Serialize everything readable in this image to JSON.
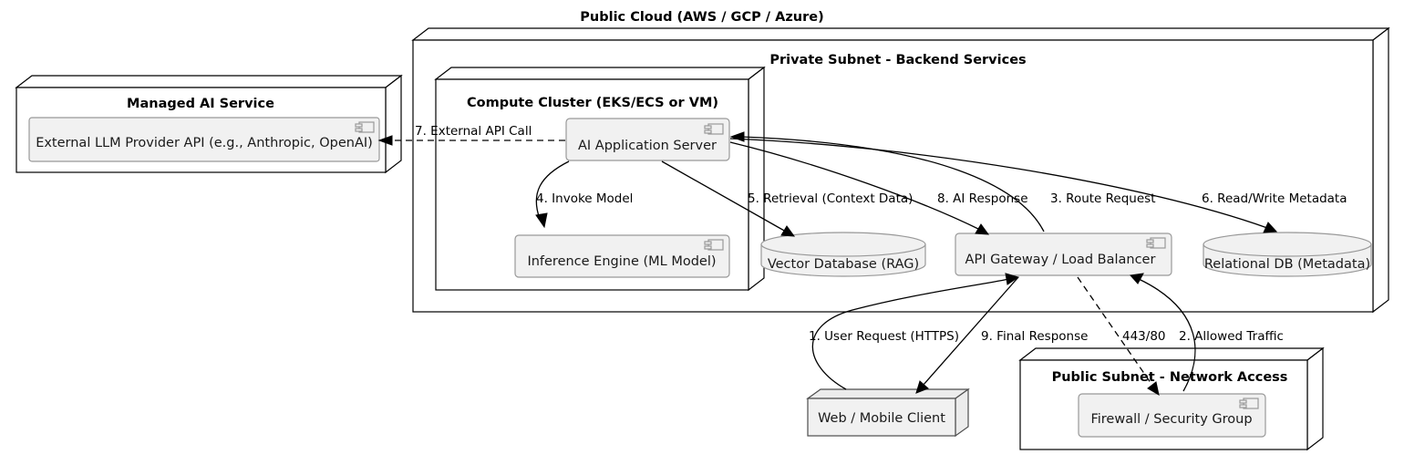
{
  "diagram": {
    "title": "Public Cloud (AWS / GCP / Azure)",
    "type": "uml-deployment-diagram"
  },
  "nodes": {
    "managed_ai_service": {
      "title": "Managed AI Service",
      "component": "External LLM Provider API (e.g., Anthropic, OpenAI)",
      "component_icon": "component-icon"
    },
    "private_subnet": {
      "title": "Private Subnet - Backend Services"
    },
    "compute_cluster": {
      "title": "Compute Cluster (EKS/ECS or VM)",
      "components": [
        {
          "label": "AI Application Server",
          "icon": "component-icon"
        },
        {
          "label": "Inference Engine (ML Model)",
          "icon": "component-icon"
        }
      ]
    },
    "public_subnet": {
      "title": "Public Subnet - Network Access",
      "component": "Firewall / Security Group",
      "component_icon": "component-icon"
    },
    "vector_database": {
      "label": "Vector Database (RAG)",
      "icon": "database-cylinder-icon"
    },
    "relational_db": {
      "label": "Relational DB (Metadata)",
      "icon": "database-cylinder-icon"
    },
    "api_gateway": {
      "label": "API Gateway / Load Balancer",
      "icon": "component-icon"
    },
    "web_mobile_client": {
      "label": "Web / Mobile Client",
      "icon": "node-3d-icon"
    }
  },
  "edges": [
    {
      "id": "e1",
      "label": "1. User Request (HTTPS)",
      "from": "web_mobile_client",
      "to": "api_gateway",
      "style": "solid"
    },
    {
      "id": "e2",
      "label": "2. Allowed Traffic",
      "from": "firewall",
      "to": "api_gateway",
      "style": "solid"
    },
    {
      "id": "e3",
      "label": "3. Route Request",
      "from": "api_gateway",
      "to": "ai_application_server",
      "style": "solid"
    },
    {
      "id": "e4",
      "label": "4. Invoke Model",
      "from": "ai_application_server",
      "to": "inference_engine",
      "style": "solid"
    },
    {
      "id": "e5",
      "label": "5. Retrieval (Context Data)",
      "from": "ai_application_server",
      "to": "vector_database",
      "style": "solid"
    },
    {
      "id": "e6",
      "label": "6. Read/Write Metadata",
      "from": "ai_application_server",
      "to": "relational_db",
      "style": "solid"
    },
    {
      "id": "e7",
      "label": "7. External API Call",
      "from": "ai_application_server",
      "to": "external_llm_provider_api",
      "style": "dashed"
    },
    {
      "id": "e8",
      "label": "8. AI Response",
      "from": "api_gateway",
      "to": "ai_application_server",
      "style": "solid"
    },
    {
      "id": "e9",
      "label": "9. Final Response",
      "from": "api_gateway",
      "to": "web_mobile_client",
      "style": "solid"
    },
    {
      "id": "e10",
      "label": "443/80",
      "from": "api_gateway",
      "to": "firewall",
      "style": "dashed"
    }
  ],
  "colors": {
    "node_fill": "#ffffff",
    "component_fill": "#f1f1f1",
    "component_stroke": "#999999",
    "line": "#000000",
    "text": "#000000"
  }
}
